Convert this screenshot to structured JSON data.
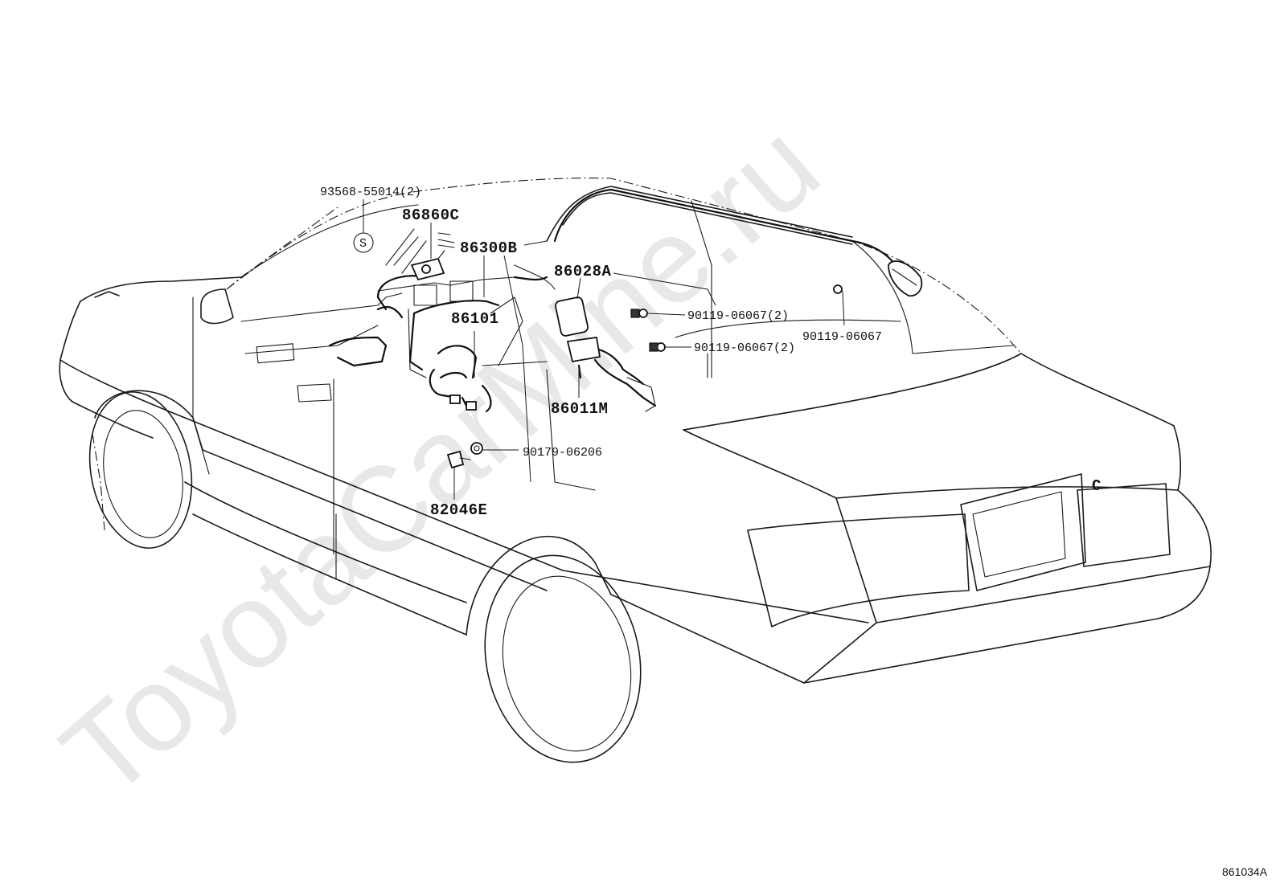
{
  "watermark": "ToyotaCarMine.ru",
  "diagram_id": "861034A",
  "trunk_marker": "C",
  "callouts": [
    {
      "id": "p93568",
      "text": "93568-55014(2)"
    },
    {
      "id": "p86860c",
      "text": "86860C"
    },
    {
      "id": "p86300b",
      "text": "86300B"
    },
    {
      "id": "p86028a",
      "text": "86028A"
    },
    {
      "id": "p86101",
      "text": "86101"
    },
    {
      "id": "p90119a",
      "text": "90119-06067(2)"
    },
    {
      "id": "p90119b",
      "text": "90119-06067"
    },
    {
      "id": "p90119c",
      "text": "90119-06067(2)"
    },
    {
      "id": "p86011m",
      "text": "86011M"
    },
    {
      "id": "p90179",
      "text": "90179-06206"
    },
    {
      "id": "p82046e",
      "text": "82046E"
    }
  ],
  "symbols": {
    "s_mark": "S"
  },
  "icons": [
    "car-body",
    "antenna-amplifier",
    "antenna-wire",
    "screw-bolt",
    "clamp-bracket"
  ]
}
